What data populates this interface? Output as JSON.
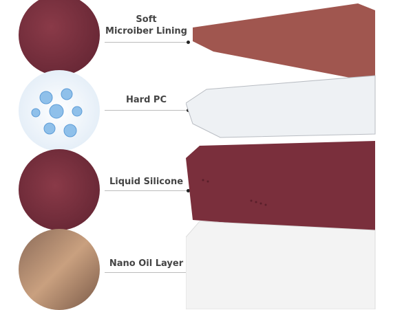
{
  "layers": [
    {
      "title": "Soft",
      "subtitle": "Microiber Lining"
    },
    {
      "title": "Hard PC"
    },
    {
      "title": "Liquid Silicone"
    },
    {
      "title": "Nano Oil Layer"
    }
  ],
  "colors": {
    "silicone": "#7a2f3c",
    "lining": "#a0564f",
    "text": "#444444"
  }
}
